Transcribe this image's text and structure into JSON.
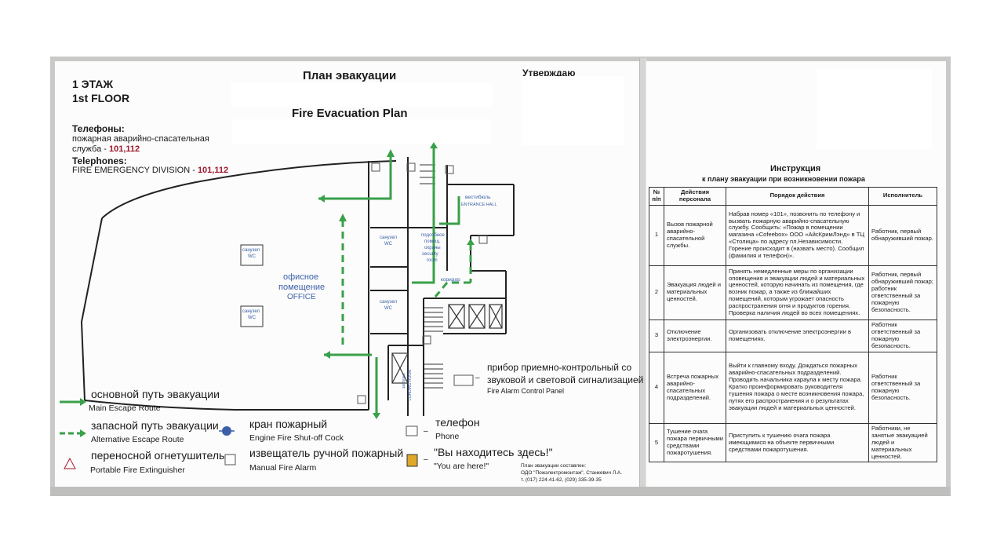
{
  "header": {
    "floor_ru": "1 ЭТАЖ",
    "floor_en": "1st FLOOR",
    "title_ru": "План эвакуации",
    "title_en": "Fire Evacuation Plan",
    "approve": "Утверждаю"
  },
  "phones": {
    "label_ru": "Телефоны:",
    "service_ru_1": "пожарная аварийно-спасательная",
    "service_ru_2": "служба - ",
    "number_ru": "101,112",
    "label_en": "Telephones:",
    "service_en": "FIRE EMERGENCY DIVISION - ",
    "number_en": "101,112"
  },
  "plan": {
    "office_ru_1": "офисное",
    "office_ru_2": "помещение",
    "office_en": "OFFICE",
    "wc_ru": "санузел",
    "wc_en": "WC",
    "security_ru_1": "подсобное",
    "security_ru_2": "помещ.",
    "security_ru_3": "охраны",
    "security_en_1": "security",
    "security_en_2": "room",
    "entrance_ru": "вестибюль",
    "entrance_en": "ENTRANCE HALL",
    "corridor_ru": "коридор",
    "loading_ru": "загрузка",
    "loading_en": "LOADING ROOM"
  },
  "legend": {
    "main_route_ru": "основной путь эвакуации",
    "main_route_en": "Main Escape Route",
    "alt_route_ru": "запасной путь эвакуации",
    "alt_route_en": "Alternative Escape Route",
    "extinguisher_ru": "переносной огнетушитель",
    "extinguisher_en": "Portable Fire Extinguisher",
    "cock_ru": "кран пожарный",
    "cock_en": "Engine Fire Shut-off Cock",
    "alarm_ru": "извещатель ручной пожарный",
    "alarm_en": "Manual Fire Alarm",
    "panel_ru_1": "прибор приемно-контрольный со",
    "panel_ru_2": "звуковой и световой сигнализацией",
    "panel_en": "Fire Alarm Control Panel",
    "phone_ru": "телефон",
    "phone_en": "Phone",
    "here_ru": "\"Вы находитесь здесь!\"",
    "here_en": "\"You are here!\"",
    "dash": "–"
  },
  "credits": {
    "line1": "План эвакуации составлен:",
    "line2": "ОДО \"Пожэлектромонтаж\", Станкевич Л.А.",
    "line3": "т. (017) 224-41-62, (029) 335-39-35"
  },
  "instruction": {
    "title": "Инструкция",
    "subtitle": "к плану эвакуации при возникновении пожара",
    "headers": [
      "№ п/п",
      "Действия персонала",
      "Порядок действия",
      "Исполнитель"
    ],
    "rows": [
      {
        "num": "1",
        "action": "Вызов пожарной аварийно-спасательной службы.",
        "order": "Набрав номер «101», позвонить по телефону и вызвать пожарную аварийно-спасательную службу. Сообщить: «Пожар в помещении магазина «Cofeebox» ООО «АйсКримЛэнд» в ТЦ «Столица» по адресу пл.Независимости. Горение происходит в (назвать место). Сообщил (фамилия и телефон)».",
        "executor": "Работник, первый обнаруживший пожар."
      },
      {
        "num": "2",
        "action": "Эвакуация людей и материальных ценностей.",
        "order": "Принять немедленные меры по организации оповещения и эвакуации людей и материальных ценностей, которую начинать из помещения, где возник пожар, а также из ближайших помещений, которым угрожает опасность распространения огня и продуктов горения. Проверка наличия людей во всех помещениях.",
        "executor": "Работник, первый обнаруживший пожар; работник ответственный за пожарную безопасность."
      },
      {
        "num": "3",
        "action": "Отключение электроэнергии.",
        "order": "Организовать отключение электроэнергии в помещениях.",
        "executor": "Работник ответственный за пожарную безопасность."
      },
      {
        "num": "4",
        "action": "Встреча пожарных аварийно-спасательных подразделений.",
        "order": "Выйти к главному входу. Дождаться пожарных аварийно-спасательных подразделений. Проводить начальника караула к месту пожара. Кратко проинформировать руководителя тушения пожара о месте возникновения пожара, путях его распространения и о результатах эвакуации людей и материальных ценностей.",
        "executor": "Работник ответственный за пожарную безопасность."
      },
      {
        "num": "5",
        "action": "Тушение очага пожара первичными средствами пожаротушения.",
        "order": "Приступить к тушению очага пожара имеющимися на объекте первичными средствами пожаротушения.",
        "executor": "Работники, не занятые эвакуацией людей и материальных ценностей."
      }
    ]
  },
  "colors": {
    "route_green": "#3aa04a",
    "accent_red": "#a0182e",
    "label_blue": "#3c5fa8"
  }
}
